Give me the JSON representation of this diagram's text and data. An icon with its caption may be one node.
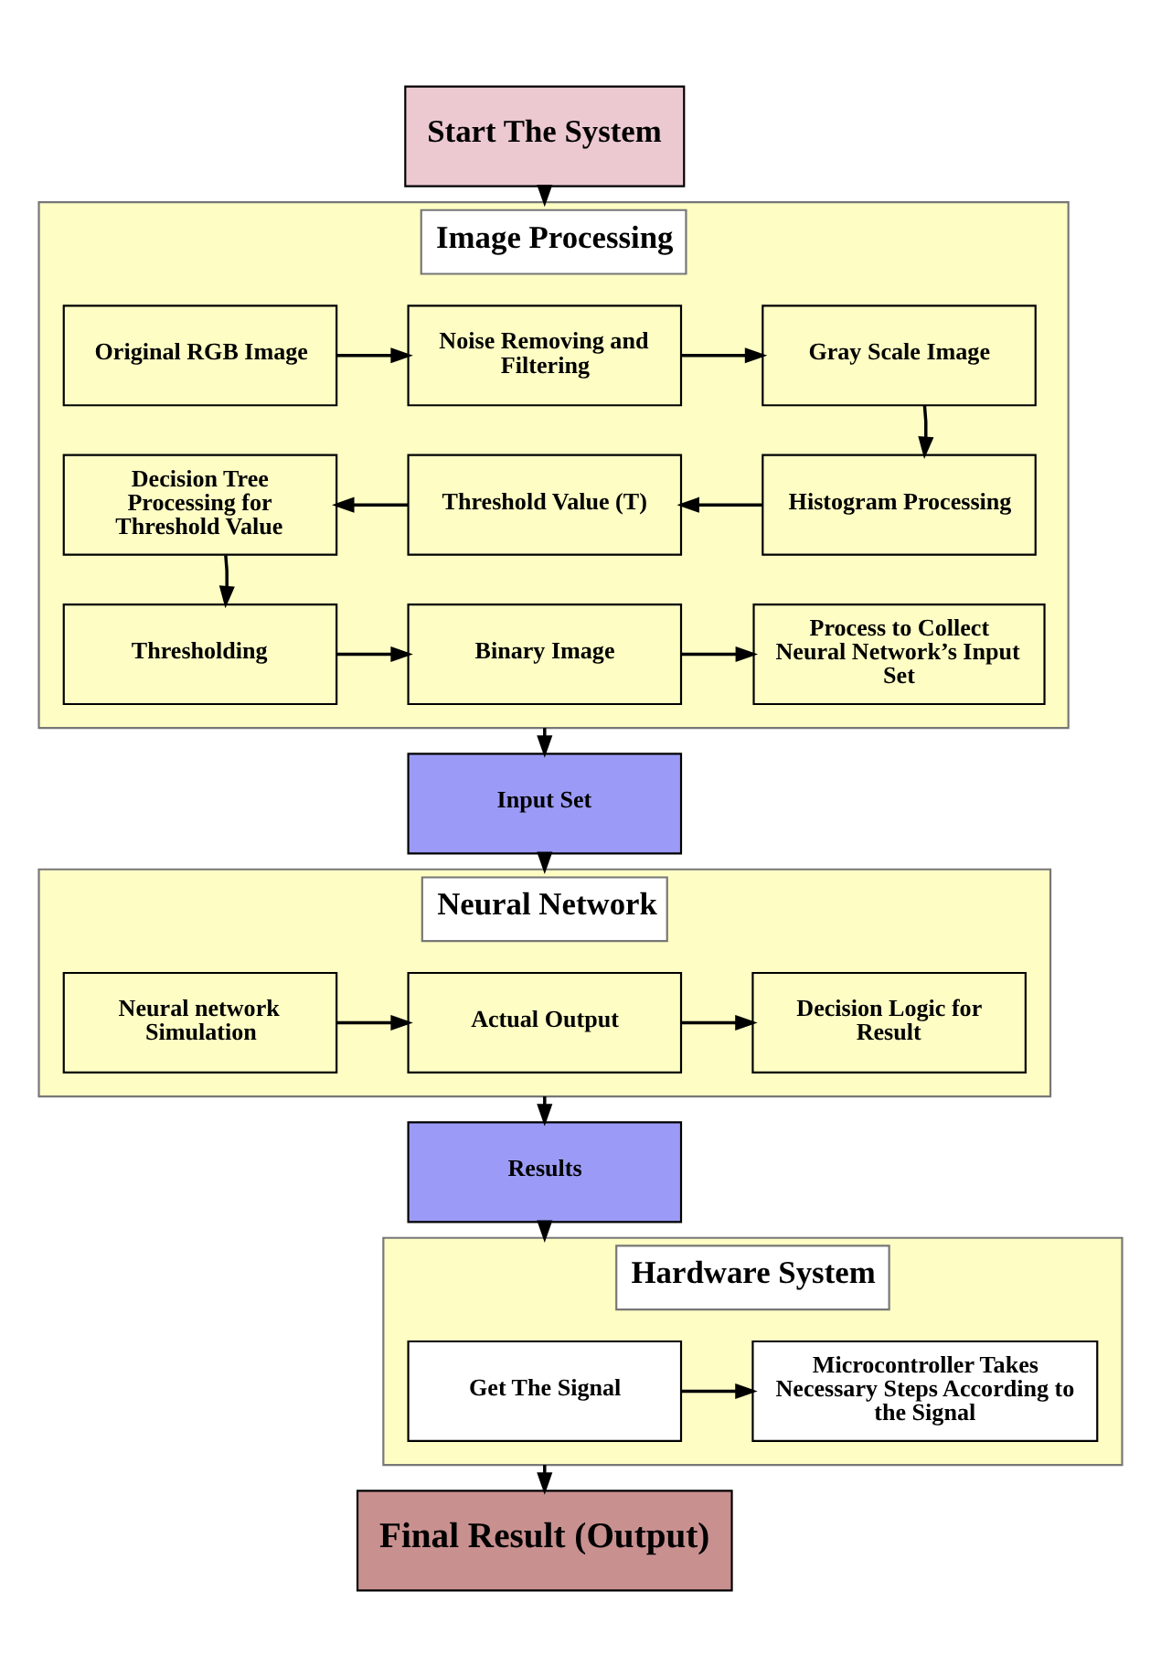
{
  "diagram": {
    "nodes": [
      {
        "text": [
          "Start The System"
        ]
      },
      {
        "text": [
          "Image Processing"
        ]
      },
      {
        "text": [
          "Original RGB Image"
        ],
        "in": 1
      },
      {
        "text": [
          "Noise Removing and Filtering"
        ],
        "in": 1
      },
      {
        "text": [
          "Gray Scale Image"
        ],
        "in": 1
      },
      {
        "text": [
          "Histogram Processing"
        ],
        "in": 1
      },
      {
        "text": [
          "Threshold Value (T)"
        ],
        "in": 1
      },
      {
        "text": [
          "Decision Tree Processing for Threshold Value"
        ],
        "in": 1
      },
      {
        "text": [
          "Thresholding"
        ],
        "in": 1
      },
      {
        "text": [
          "Binary Image"
        ],
        "in": 1
      },
      {
        "text": [
          "Process to Collect Neural Network’s Input Set"
        ],
        "in": 1
      },
      {
        "text": [
          "Input Set"
        ]
      },
      {
        "text": [
          "Neural Network"
        ]
      },
      {
        "text": [
          "Neural network Simulation"
        ],
        "in": 12
      },
      {
        "text": [
          "Actual Output"
        ],
        "in": 12
      },
      {
        "text": [
          "Decision Logic for Result"
        ],
        "in": 12
      },
      {
        "text": [
          "Results"
        ]
      },
      {
        "text": [
          "Hardware System"
        ]
      },
      {
        "text": [
          "Get The Signal"
        ],
        "in": 17
      },
      {
        "text": [
          "Microcontroller Takes Necessary Steps According to the Signal"
        ],
        "in": 17
      },
      {
        "text": [
          "Final Result (Output)"
        ]
      }
    ],
    "edges": [
      {
        "from": 0,
        "to": 1,
        "arrow": "to"
      },
      {
        "from": 2,
        "to": 3,
        "arrow": "to"
      },
      {
        "from": 3,
        "to": 4,
        "arrow": "to"
      },
      {
        "from": 4,
        "to": 5,
        "arrow": "to"
      },
      {
        "from": 5,
        "to": 6,
        "arrow": "to"
      },
      {
        "from": 6,
        "to": 7,
        "arrow": "to"
      },
      {
        "from": 7,
        "to": 8,
        "arrow": "to"
      },
      {
        "from": 8,
        "to": 9,
        "arrow": "to"
      },
      {
        "from": 9,
        "to": 10,
        "arrow": "to"
      },
      {
        "from": 1,
        "to": 11,
        "arrow": "to"
      },
      {
        "from": 11,
        "to": 12,
        "arrow": "to"
      },
      {
        "from": 13,
        "to": 14,
        "arrow": "to"
      },
      {
        "from": 14,
        "to": 15,
        "arrow": "to"
      },
      {
        "from": 12,
        "to": 16,
        "arrow": "to"
      },
      {
        "from": 16,
        "to": 17,
        "arrow": "to"
      },
      {
        "from": 18,
        "to": 19,
        "arrow": "to"
      },
      {
        "from": 17,
        "to": 20,
        "arrow": "to"
      }
    ]
  }
}
